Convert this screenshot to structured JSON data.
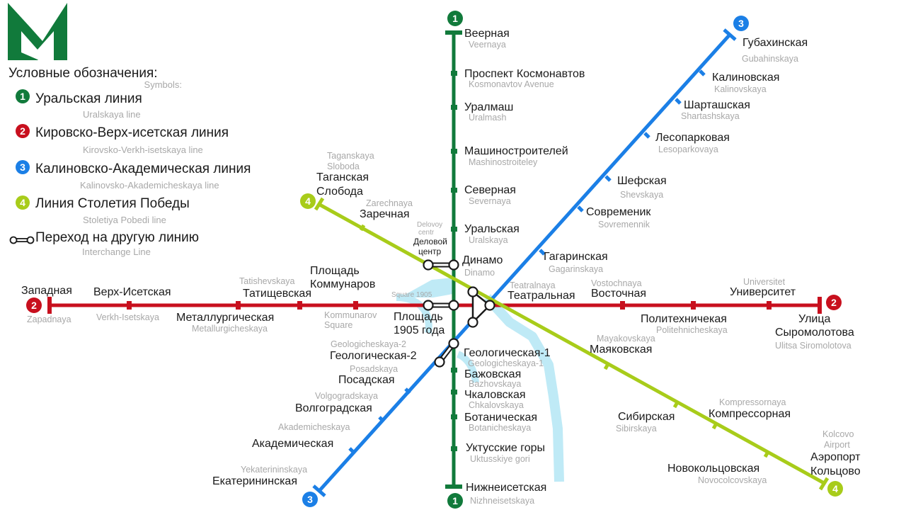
{
  "colors": {
    "line1": "#117a3b",
    "line2": "#c8101e",
    "line3": "#1b7fe6",
    "line4": "#a8cc1a",
    "river": "#bfeaf6",
    "logo": "#117a3b"
  },
  "logo": {
    "icon": "metro-m-logo"
  },
  "legend": {
    "title": "Условные обозначения:",
    "subtitle": "Symbols:",
    "items": [
      {
        "num": "1",
        "ru": "Уральская линия",
        "en": "Uralskaya line"
      },
      {
        "num": "2",
        "ru": "Кировско-Верх-исетская линия",
        "en": "Kirovsko-Verkh-isetskaya line"
      },
      {
        "num": "3",
        "ru": "Калиновско-Академическая линия",
        "en": "Kalinovsko-Akademicheskaya line"
      },
      {
        "num": "4",
        "ru": "Линия Столетия Победы",
        "en": "Stoletiya Pobedi line"
      }
    ],
    "interchange": {
      "ru": "Переход на другую линию",
      "en": "Interchange Line"
    }
  },
  "line1": {
    "num": "1",
    "stations": [
      {
        "ru": "Веерная",
        "en": "Veernaya"
      },
      {
        "ru": "Проспект Космонавтов",
        "en": "Kosmonavtov Avenue"
      },
      {
        "ru": "Уралмаш",
        "en": "Uralmash"
      },
      {
        "ru": "Машиностроителей",
        "en": "Mashinostroiteley"
      },
      {
        "ru": "Северная",
        "en": "Severnaya"
      },
      {
        "ru": "Уральская",
        "en": "Uralskaya"
      },
      {
        "ru": "Динамо",
        "en": "Dinamo"
      },
      {
        "ru": "Площадь 1905 года",
        "en": "Square 1905"
      },
      {
        "ru": "Геологическая-1",
        "en": "Geologicheskaya-1"
      },
      {
        "ru": "Бажовская",
        "en": "Bazhovskaya"
      },
      {
        "ru": "Чкаловская",
        "en": "Chkalovskaya"
      },
      {
        "ru": "Ботаническая",
        "en": "Botanicheskaya"
      },
      {
        "ru": "Уктусские горы",
        "en": "Uktusskiye gori"
      },
      {
        "ru": "Нижнеисетская",
        "en": "Nizhneisetskaya"
      }
    ]
  },
  "line2": {
    "num": "2",
    "stations": [
      {
        "ru": "Западная",
        "en": "Zapadnaya"
      },
      {
        "ru": "Верх-Исетская",
        "en": "Verkh-Isetskaya"
      },
      {
        "ru": "Металлургическая",
        "en": "Metallurgicheskaya"
      },
      {
        "ru": "Татищевская",
        "en": "Tatishevskaya"
      },
      {
        "ru": "Площадь Коммунаров",
        "en": "Kommunarov Square"
      },
      {
        "ru": "Театральная",
        "en": "Teatralnaya"
      },
      {
        "ru": "Восточная",
        "en": "Vostochnaya"
      },
      {
        "ru": "Политехничекая",
        "en": "Politehnicheskaya"
      },
      {
        "ru": "Университет",
        "en": "Universitet"
      },
      {
        "ru": "Улица Сыромолотова",
        "en": "Ulitsa Siromolotova"
      }
    ]
  },
  "line3": {
    "num": "3",
    "stations": [
      {
        "ru": "Губахинская",
        "en": "Gubahinskaya"
      },
      {
        "ru": "Калиновская",
        "en": "Kalinovskaya"
      },
      {
        "ru": "Шарташская",
        "en": "Shartashskaya"
      },
      {
        "ru": "Лесопарковая",
        "en": "Lesoparkovaya"
      },
      {
        "ru": "Шефская",
        "en": "Shevskaya"
      },
      {
        "ru": "Современик",
        "en": "Sovremennik"
      },
      {
        "ru": "Гагаринская",
        "en": "Gagarinskaya"
      },
      {
        "ru": "Геологическая-2",
        "en": "Geologicheskaya-2"
      },
      {
        "ru": "Посадская",
        "en": "Posadskaya"
      },
      {
        "ru": "Волгоградская",
        "en": "Volgogradskaya"
      },
      {
        "ru": "Академическая",
        "en": "Akademicheskaya"
      },
      {
        "ru": "Екатерининская",
        "en": "Yekaterininskaya"
      }
    ]
  },
  "line4": {
    "num": "4",
    "stations": [
      {
        "ru": "Таганская Слобода",
        "en": "Taganskaya Sloboda"
      },
      {
        "ru": "Заречная",
        "en": "Zarechnaya"
      },
      {
        "ru": "Деловой центр",
        "en": "Delovoy centr"
      },
      {
        "ru": "Маяковская",
        "en": "Mayakovskaya"
      },
      {
        "ru": "Сибирская",
        "en": "Sibirskaya"
      },
      {
        "ru": "Компрессорная",
        "en": "Kompressornaya"
      },
      {
        "ru": "Новокольцовская",
        "en": "Novocolcovskaya"
      },
      {
        "ru": "Аэропорт Кольцово",
        "en": "Kolcovo Airport"
      }
    ]
  }
}
